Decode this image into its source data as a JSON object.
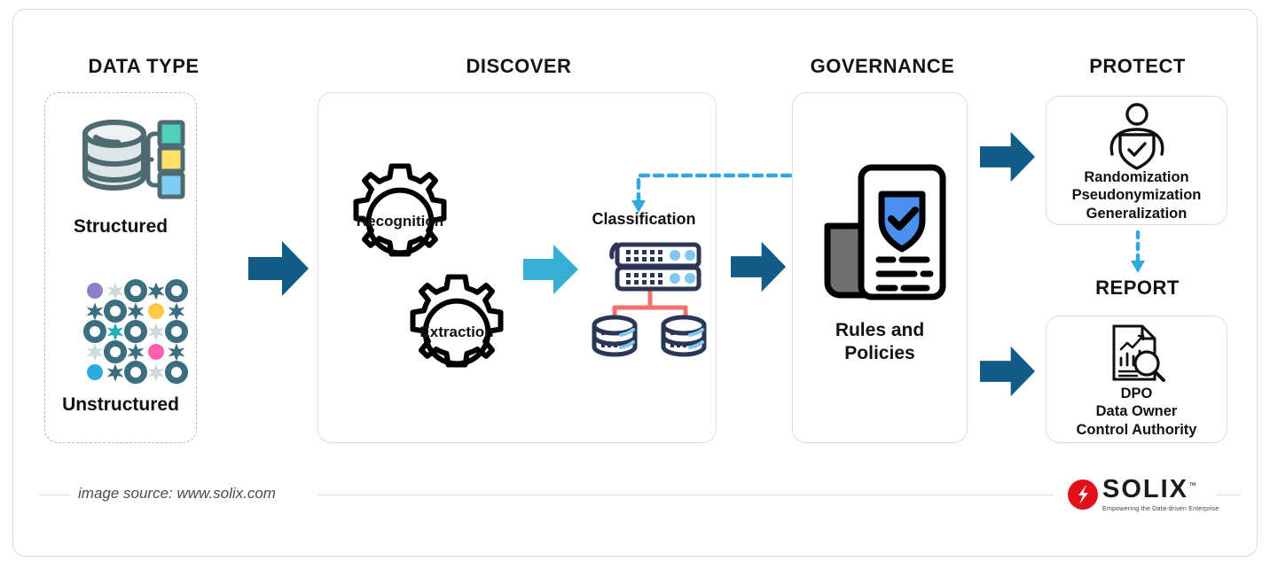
{
  "diagram": {
    "title_hidden": "",
    "columns": [
      {
        "key": "data_type",
        "label": "DATA TYPE"
      },
      {
        "key": "discover",
        "label": "DISCOVER"
      },
      {
        "key": "governance",
        "label": "GOVERNANCE"
      },
      {
        "key": "protect",
        "label": "PROTECT"
      },
      {
        "key": "report",
        "label": "REPORT"
      }
    ],
    "data_type": {
      "structured": {
        "label": "Structured",
        "icon": "database-stack-icon",
        "square_colors": [
          "#4fd1b9",
          "#ffe169",
          "#7fcdf4"
        ]
      },
      "unstructured": {
        "label": "Unstructured",
        "icon": "unstructured-grid-icon",
        "accent_colors": [
          "#8e7fc8",
          "#ffc845",
          "#23b1b8",
          "#ff5fa8",
          "#29abe2",
          "#3d6e80",
          "#cfdada"
        ]
      }
    },
    "discover": {
      "gear_top_label": "Recognition",
      "gear_bottom_label": "Extraction",
      "classification_label": "Classification",
      "classification_icon": "server-database-icon",
      "inner_arrow_icon": "cyan-arrow-right-icon"
    },
    "governance": {
      "caption_line1": "Rules and",
      "caption_line2": "Policies",
      "icon": "document-shield-check-icon"
    },
    "protect": {
      "icon": "person-shield-check-icon",
      "lines": [
        "Randomization",
        "Pseudonymization",
        "Generalization"
      ]
    },
    "report": {
      "icon": "report-chart-magnifier-icon",
      "lines": [
        "DPO",
        "Data Owner",
        "Control Authority"
      ]
    },
    "connectors": {
      "arrow_color": "#115c87",
      "inner_arrow_color": "#36aed6",
      "dashed_color": "#2fa8e0",
      "feedback_note": "Classification feedback from Governance",
      "protect_to_report_note": "Protect to Report"
    },
    "footer": {
      "source_text": "image source: www.solix.com",
      "logo_word": "SOLIX",
      "logo_tm": "™",
      "logo_tagline": "Empowering the Data-driven Enterprise",
      "logo_mark_color": "#e2101a"
    }
  }
}
